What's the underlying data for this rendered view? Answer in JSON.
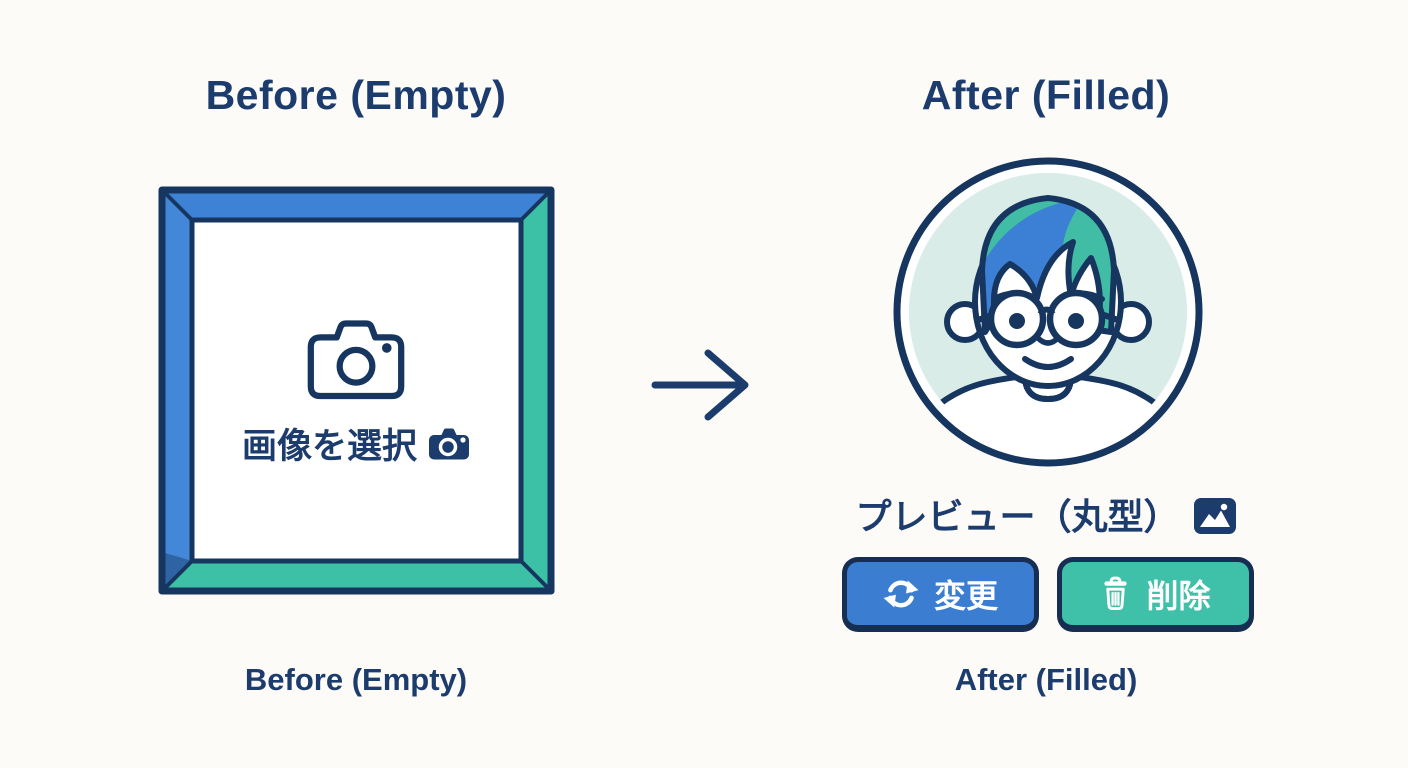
{
  "colors": {
    "navy_outline": "#16365f",
    "navy_text": "#1d3c6e",
    "frame_blue": "#3e82d6",
    "frame_teal": "#3cc0a6",
    "button_blue": "#3b7dd1",
    "button_teal": "#3fc0a8",
    "avatar_mint": "#d9ece8",
    "background": "#fcfbf8"
  },
  "before": {
    "title": "Before (Empty)",
    "caption": "Before (Empty)",
    "upload": {
      "label": "画像を選択",
      "main_icon": "camera-outline-icon",
      "label_icon": "camera-filled-icon"
    }
  },
  "arrow": {
    "icon": "right-arrow-icon"
  },
  "after": {
    "title": "After (Filled)",
    "caption": "After (Filled)",
    "preview": {
      "label": "プレビュー（丸型）",
      "label_icon": "image-icon",
      "avatar": "round-avatar-illustration"
    },
    "change_button": {
      "label": "変更",
      "icon": "refresh-icon"
    },
    "delete_button": {
      "label": "削除",
      "icon": "trash-icon"
    }
  }
}
